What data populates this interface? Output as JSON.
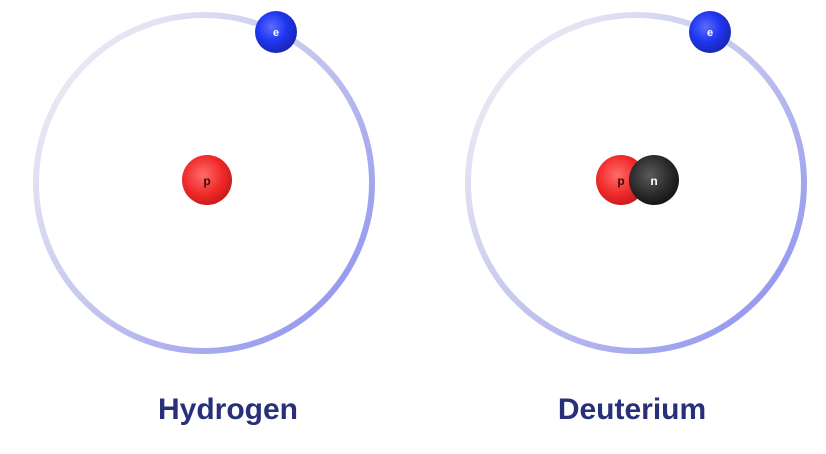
{
  "colors": {
    "orbit_strong": "#8a8ff0",
    "orbit_faint": "#ececf4",
    "electron": "#1f35f0",
    "proton": "#f02a2a",
    "neutron": "#2c2c2c",
    "caption": "#28307a",
    "background": "#ffffff"
  },
  "atoms": [
    {
      "name": "Hydrogen",
      "nucleus": [
        {
          "type": "proton",
          "label": "p"
        }
      ],
      "electron": {
        "label": "e"
      }
    },
    {
      "name": "Deuterium",
      "nucleus": [
        {
          "type": "proton",
          "label": "p"
        },
        {
          "type": "neutron",
          "label": "n"
        }
      ],
      "electron": {
        "label": "e"
      }
    }
  ]
}
